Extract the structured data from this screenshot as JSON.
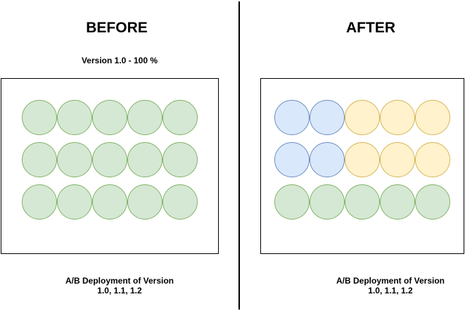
{
  "before": {
    "title": "BEFORE",
    "subtitle": "Version 1.0 - 100 %",
    "grid": [
      [
        "green",
        "green",
        "green",
        "green",
        "green"
      ],
      [
        "green",
        "green",
        "green",
        "green",
        "green"
      ],
      [
        "green",
        "green",
        "green",
        "green",
        "green"
      ]
    ]
  },
  "after": {
    "title": "AFTER",
    "caption_line1": "A/B Deployment of Version",
    "caption_line2": "1.0, 1.1, 1.2",
    "grid": [
      [
        "blue",
        "blue",
        "yellow",
        "yellow",
        "yellow"
      ],
      [
        "blue",
        "blue",
        "yellow",
        "yellow",
        "yellow"
      ],
      [
        "green",
        "green",
        "green",
        "green",
        "green"
      ]
    ]
  },
  "left_caption": {
    "line1": "A/B Deployment of Version",
    "line2": "1.0, 1.1, 1.2"
  },
  "colors": {
    "green": {
      "fill": "#d5e8d4",
      "stroke": "#82b366"
    },
    "blue": {
      "fill": "#dae8fc",
      "stroke": "#6c8ebf"
    },
    "yellow": {
      "fill": "#fff2cc",
      "stroke": "#d6b656"
    }
  }
}
